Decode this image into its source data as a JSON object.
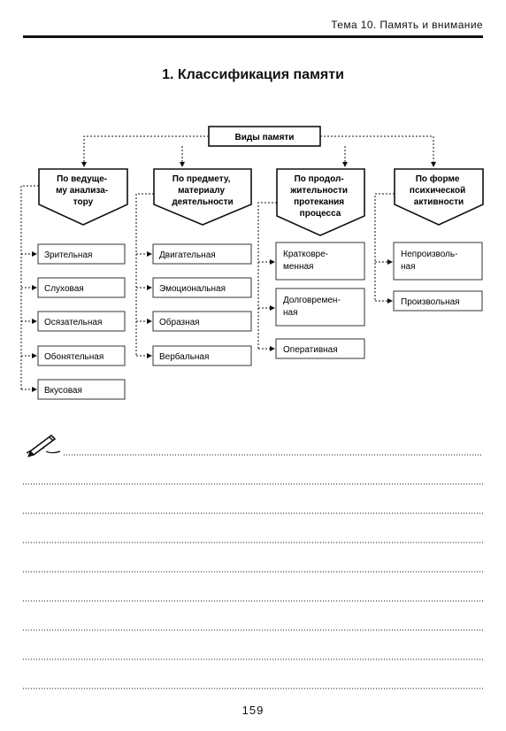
{
  "header": {
    "title": "Тема 10. Память и внимание"
  },
  "section": {
    "title": "1. Классификация памяти"
  },
  "diagram": {
    "root": "Виды памяти",
    "categories": [
      {
        "title_lines": [
          "По ведуще-",
          "му анализа-",
          "тору"
        ],
        "items": [
          [
            "Зрительная"
          ],
          [
            "Слуховая"
          ],
          [
            "Осязательная"
          ],
          [
            "Обонятельная"
          ],
          [
            "Вкусовая"
          ]
        ]
      },
      {
        "title_lines": [
          "По предмету,",
          "материалу",
          "деятельности"
        ],
        "items": [
          [
            "Двигательная"
          ],
          [
            "Эмоциональная"
          ],
          [
            "Образная"
          ],
          [
            "Вербальная"
          ]
        ]
      },
      {
        "title_lines": [
          "По продол-",
          "жительности",
          "протекания",
          "процесса"
        ],
        "items": [
          [
            "Кратковре-",
            "менная"
          ],
          [
            "Долговремен-",
            "ная"
          ],
          [
            "Оперативная"
          ]
        ]
      },
      {
        "title_lines": [
          "По форме",
          "психической",
          "активности"
        ],
        "items": [
          [
            "Непроизволь-",
            "ная"
          ],
          [
            "Произвольная"
          ]
        ]
      }
    ]
  },
  "notes": {
    "pen_icon": "pen-writing-icon"
  },
  "footer": {
    "page_number": "159"
  }
}
